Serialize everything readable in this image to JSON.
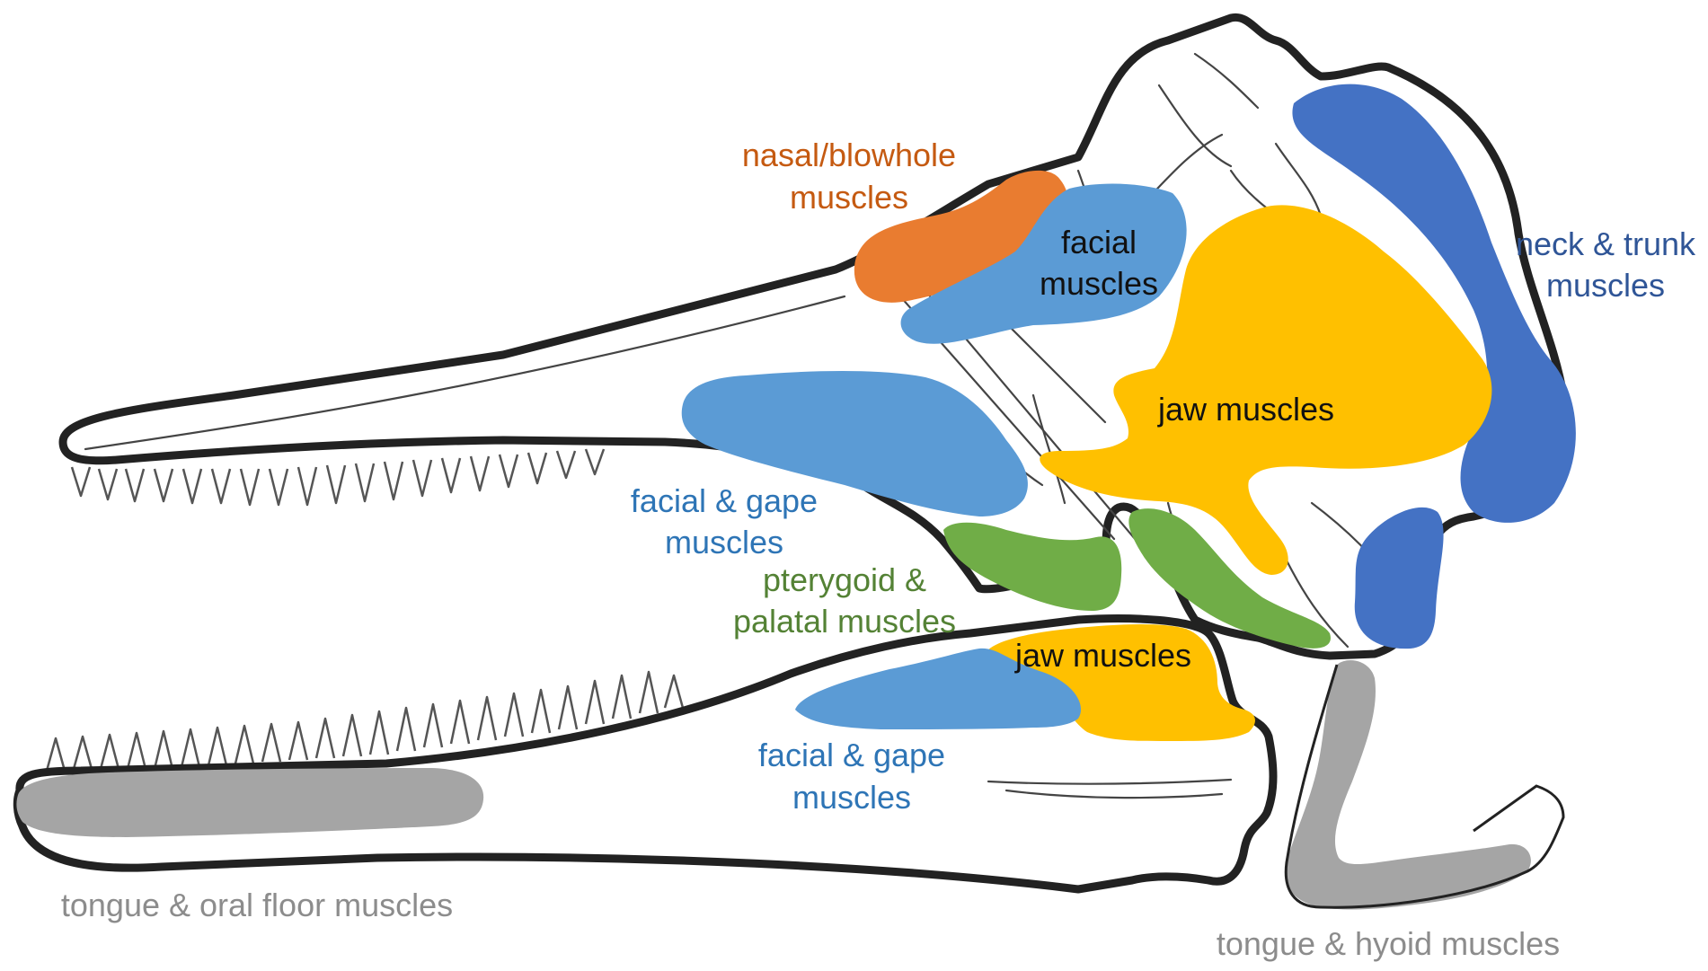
{
  "colors": {
    "nasal": "#E97C30",
    "facial": "#5B9BD5",
    "jaw": "#FFC000",
    "neck": "#4472C4",
    "pterygoid": "#70AD47",
    "tongue": "#A5A5A5",
    "outline": "#222222",
    "label_nasal": "#C55A11",
    "label_facial": "#2E75B6",
    "label_neck": "#2F5597",
    "label_pterygoid": "#548235",
    "label_tongue": "#8C8C8C",
    "label_dark": "#111111"
  },
  "labels": {
    "nasal_1": "nasal/blowhole",
    "nasal_2": "muscles",
    "facial_1": "facial",
    "facial_2": "muscles",
    "neck_1": "neck & trunk",
    "neck_2": "muscles",
    "jaw_upper": "jaw muscles",
    "facial_gape_upper_1": "facial & gape",
    "facial_gape_upper_2": "muscles",
    "pterygoid_1": "pterygoid &",
    "pterygoid_2": "palatal muscles",
    "jaw_lower": "jaw muscles",
    "facial_gape_lower_1": "facial & gape",
    "facial_gape_lower_2": "muscles",
    "tongue_oral": "tongue & oral floor muscles",
    "tongue_hyoid": "tongue & hyoid muscles"
  }
}
